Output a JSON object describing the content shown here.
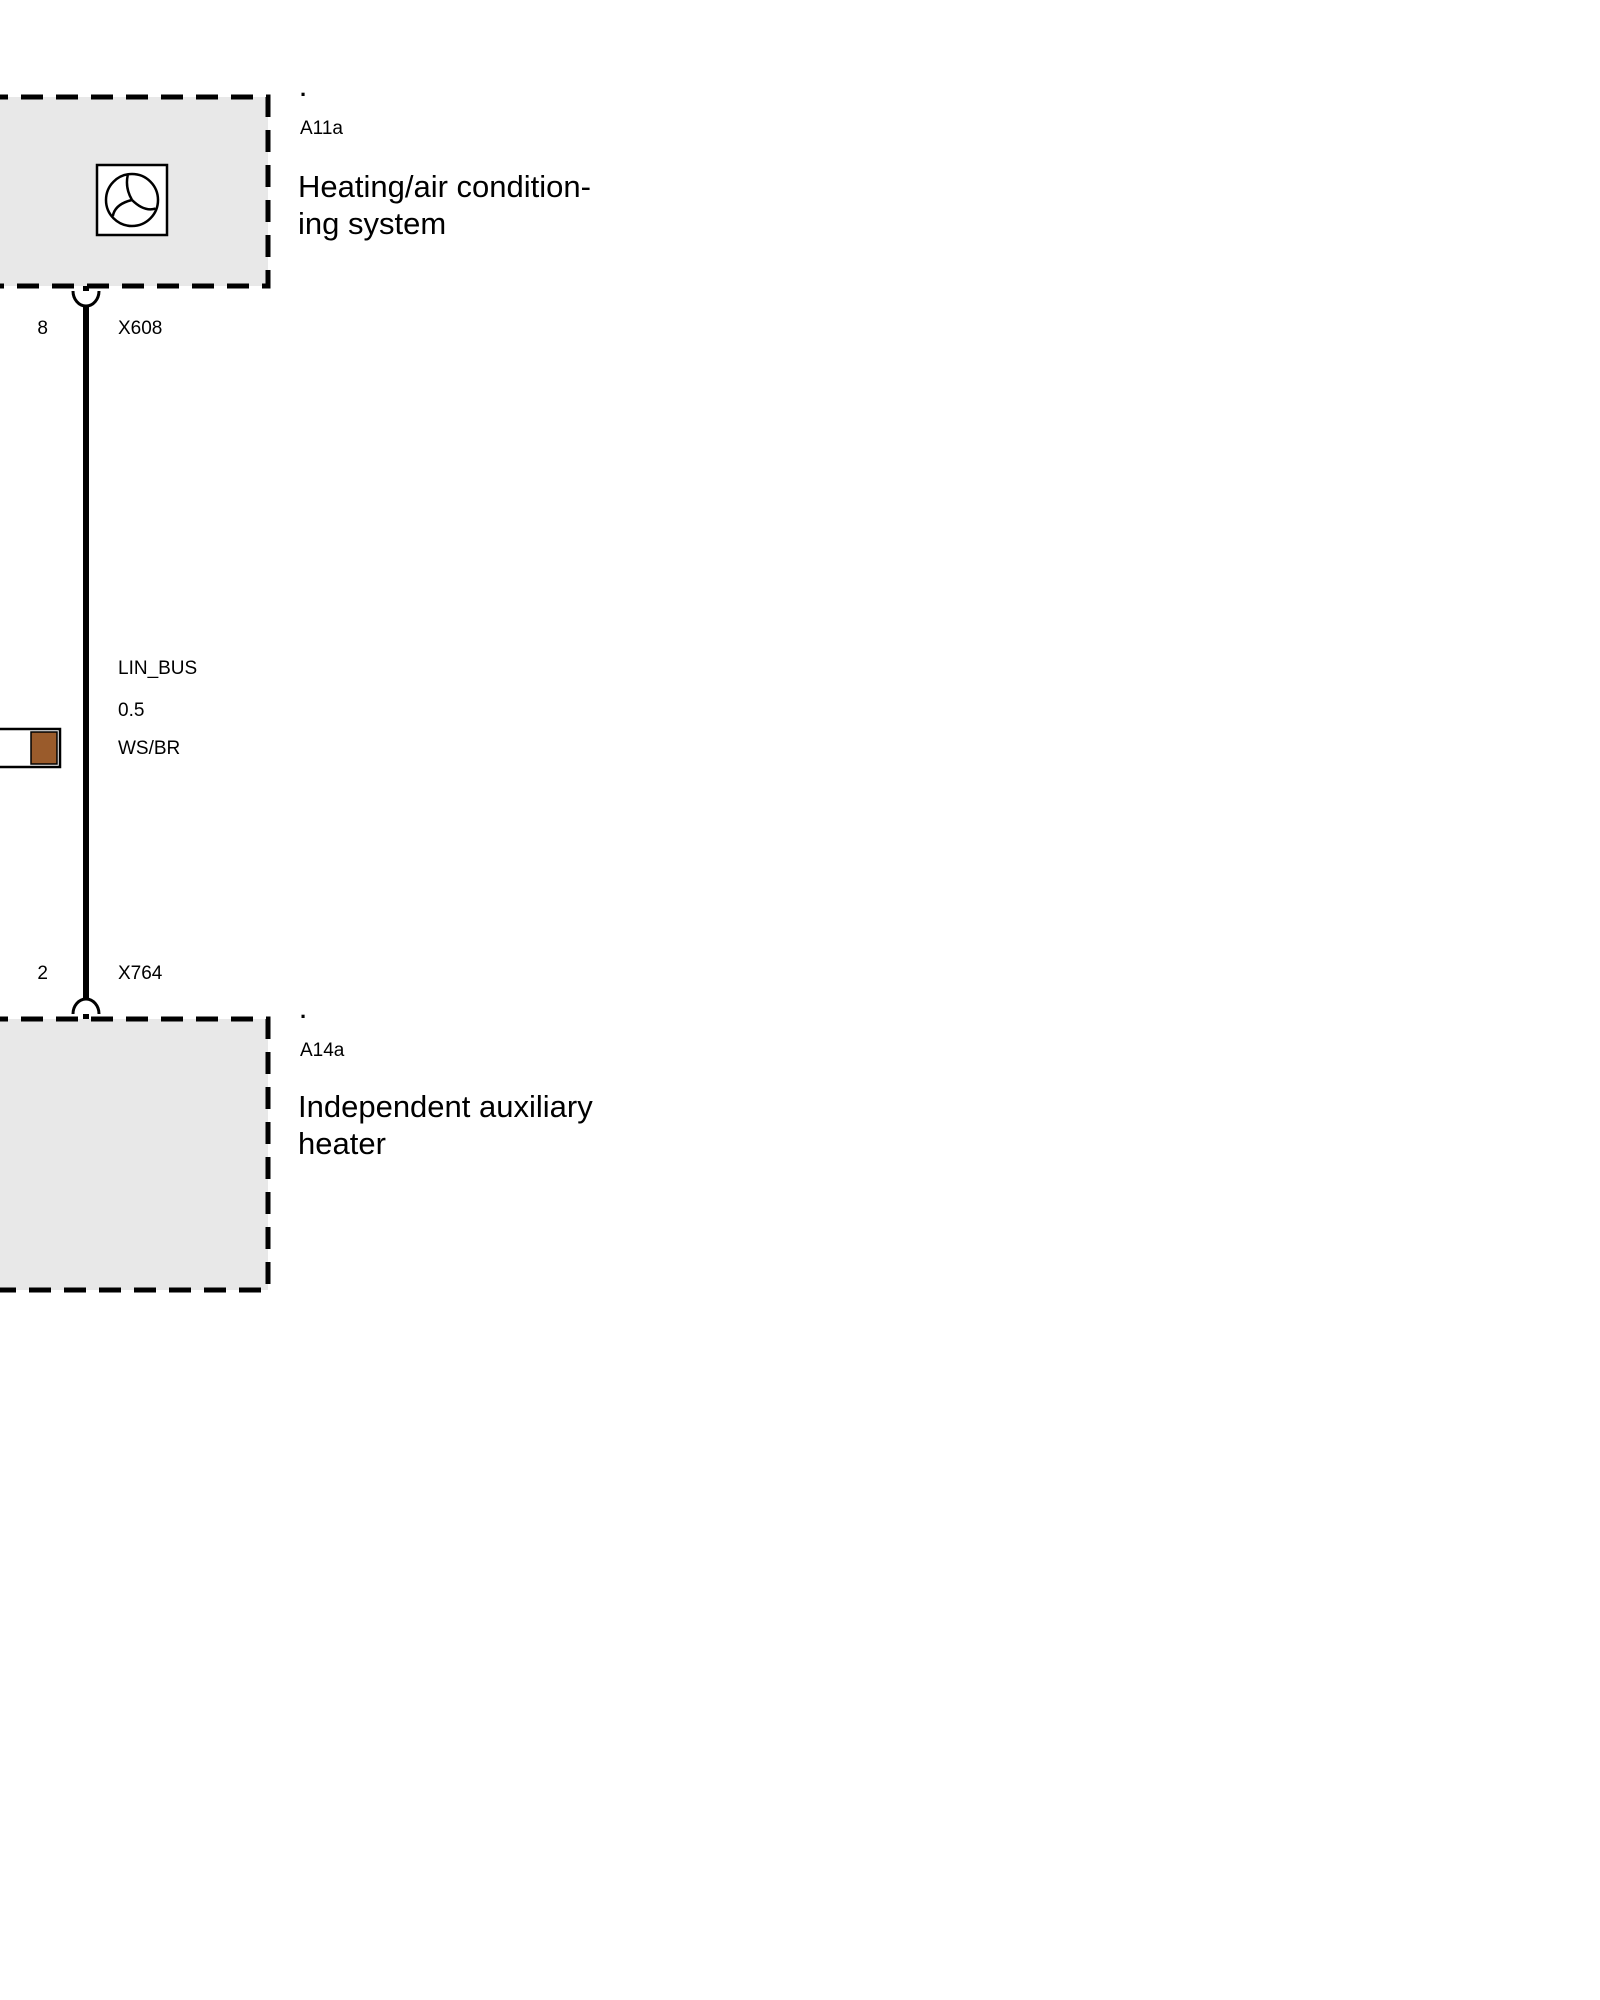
{
  "diagram": {
    "top_component": {
      "dot": ".",
      "code": "A11a",
      "name_line1": "Heating/air condition-",
      "name_line2": "ing system"
    },
    "bottom_component": {
      "dot": ".",
      "code": "A14a",
      "name_line1": "Independent auxiliary",
      "name_line2": "heater"
    },
    "wire": {
      "top_pin": "8",
      "top_connector": "X608",
      "signal": "LIN_BUS",
      "cross_section": "0.5",
      "color_code": "WS/BR",
      "bottom_pin": "2",
      "bottom_connector": "X764"
    },
    "colors": {
      "box_fill": "#e8e8e8",
      "line": "#000000",
      "swatch_white": "#ffffff",
      "swatch_brown": "#9a5b2b"
    }
  }
}
